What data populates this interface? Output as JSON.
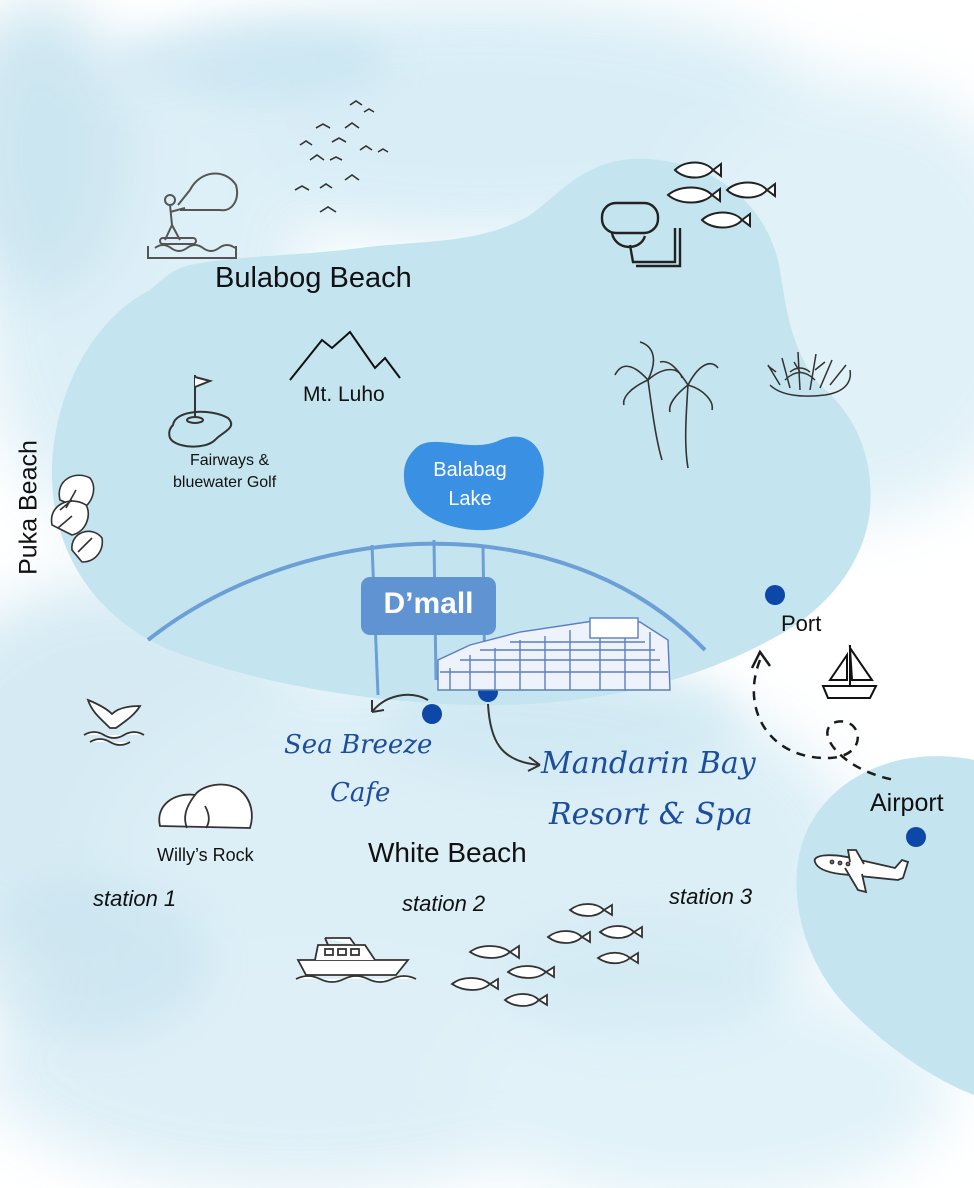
{
  "map": {
    "places": {
      "bulabog_beach": "Bulabog Beach",
      "mt_luho": "Mt. Luho",
      "golf_line1": "Fairways &",
      "golf_line2": "bluewater Golf",
      "puka_beach": "Puka Beach",
      "lake_line1": "Balabag",
      "lake_line2": "Lake",
      "dmall": "D’mall",
      "port": "Port",
      "airport": "Airport",
      "cafe_line1": "Sea Breeze",
      "cafe_line2": "Cafe",
      "resort_line1": "Mandarin Bay",
      "resort_line2": "Resort & Spa",
      "willys_rock": "Willy’s Rock",
      "white_beach": "White Beach"
    },
    "stations": [
      "station 1",
      "station 2",
      "station 3"
    ],
    "icons": [
      "kiteboarding-icon",
      "birds-icon",
      "snorkel-mask-icon",
      "fish-icon",
      "mountain-icon",
      "golf-flag-icon",
      "palm-trees-icon",
      "coral-icon",
      "seashells-icon",
      "hotel-building-icon",
      "sailboat-icon",
      "airplane-icon",
      "whale-tail-icon",
      "rock-icon",
      "ferry-boat-icon",
      "location-pin-icon",
      "curved-arrow-icon"
    ],
    "colors": {
      "land": "#c5e6f0",
      "lake": "#3a91e3",
      "dmall_badge": "#5f93d2",
      "road": "#6c9fd6",
      "pin": "#0d47a8",
      "script_text": "#1d4e9e",
      "watercolor": "#d2eaf4"
    }
  }
}
